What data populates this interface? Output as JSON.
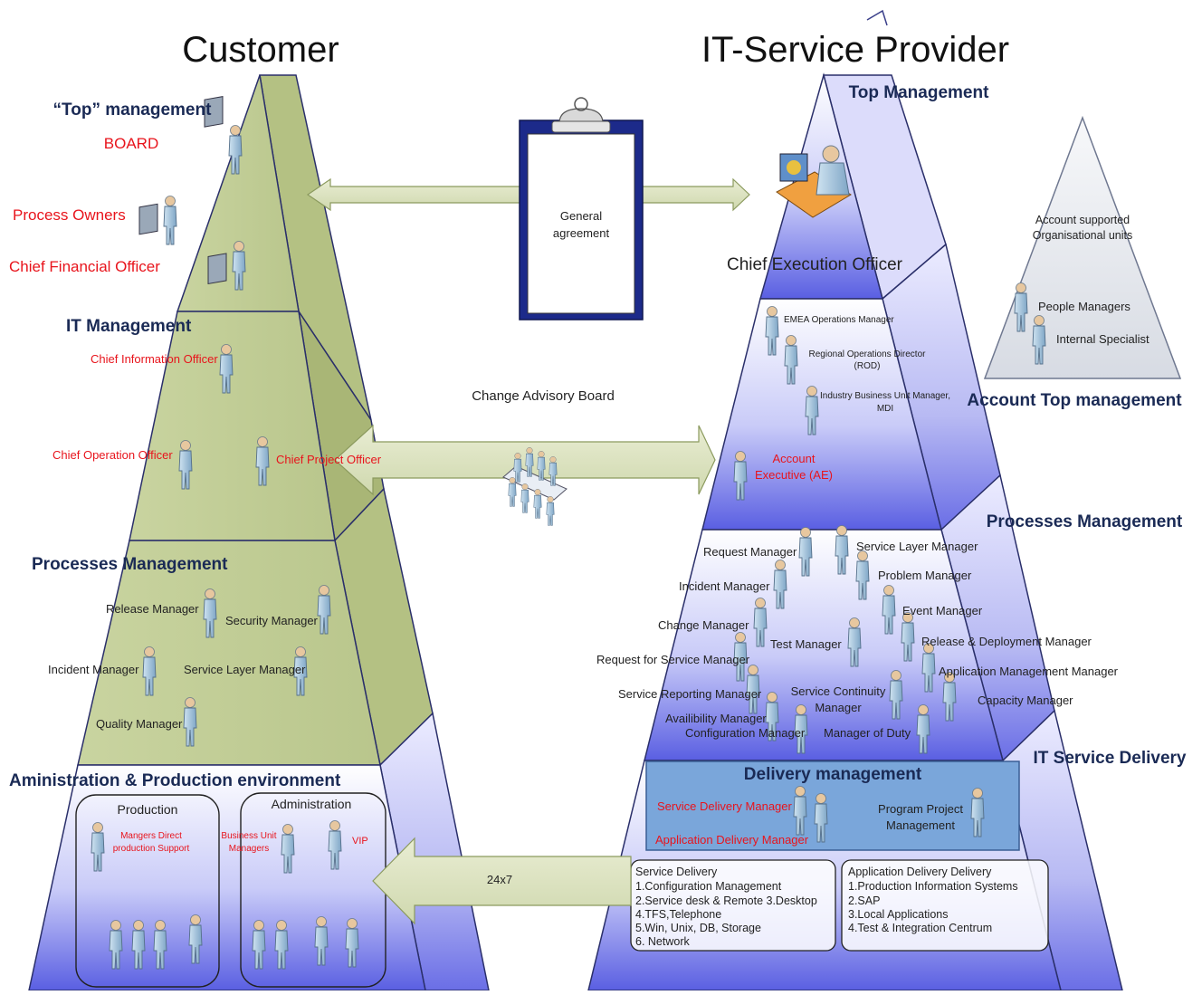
{
  "customer": {
    "title": "Customer",
    "top_management": "“Top” management",
    "board": "BOARD",
    "process_owners": "Process Owners",
    "cfo": "Chief Financial Officer",
    "it_management": "IT Management",
    "cio": "Chief Information Officer",
    "coo": "Chief Operation Officer",
    "cpo": "Chief Project Officer",
    "processes_management": "Processes Management",
    "release_manager": "Release Manager",
    "security_manager": "Security Manager",
    "incident_manager": "Incident Manager",
    "service_layer_manager": "Service Layer Manager",
    "quality_manager": "Quality Manager",
    "administration_env": "Aministration & Production environment",
    "production": "Production",
    "production_support": [
      "Mangers Direct",
      "production Support"
    ],
    "administration": "Administration",
    "bu_managers": [
      "Business Unit",
      "Managers"
    ],
    "vip": "VIP"
  },
  "middle": {
    "general_agreement": [
      "General",
      "agreement"
    ],
    "change_advisory_board": "Change Advisory Board",
    "sla_24x7": "24x7"
  },
  "provider": {
    "title": "IT-Service Provider",
    "top_management": "Top Management",
    "ceo": "Chief Execution Officer",
    "emea": "EMEA Operations Manager",
    "rod": [
      "Regional Operations Director",
      "(ROD)"
    ],
    "mdi": [
      "Industry Business Unit Manager,",
      "MDI"
    ],
    "ae": [
      "Account",
      "Executive (AE)"
    ],
    "account_top_management": "Account Top management",
    "processes_management": "Processes Management",
    "roles": {
      "request_manager": "Request Manager",
      "service_layer_manager": "Service Layer Manager",
      "incident_manager": "Incident Manager",
      "problem_manager": "Problem Manager",
      "event_manager": "Event Manager",
      "change_manager": "Change Manager",
      "test_manager": "Test Manager",
      "release_deployment_manager": "Release & Deployment Manager",
      "request_for_service_manager": "Request for Service Manager",
      "application_management_manager": "Application Management Manager",
      "service_reporting_manager": "Service Reporting Manager",
      "service_continuity_manager": [
        "Service Continuity",
        "Manager"
      ],
      "capacity_manager": "Capacity Manager",
      "availability_manager": "Availibility Manager",
      "configuration_manager": "Configuration Manager",
      "manager_of_duty": "Manager of Duty"
    },
    "it_service_delivery": "IT Service Delivery",
    "delivery_management": "Delivery management",
    "service_delivery_manager": "Service Delivery Manager",
    "application_delivery_manager": "Application Delivery Manager",
    "program_project_management": [
      "Program Project",
      "Management"
    ],
    "service_delivery_box": [
      "Service Delivery",
      "1.Configuration Management",
      "2.Service desk & Remote 3.Desktop",
      "4.TFS,Telephone",
      "5.Win, Unix, DB, Storage",
      "6. Network"
    ],
    "application_delivery_box": [
      "Application Delivery Delivery",
      "1.Production Information Systems",
      "2.SAP",
      "3.Local Applications",
      "4.Test & Integration Centrum"
    ]
  },
  "account_units": {
    "title": [
      "Account supported",
      "Organisational units"
    ],
    "people_managers": "People Managers",
    "internal_specialist": "Internal Specialist"
  },
  "colors": {
    "customer_green": "#c5d19b",
    "provider_blue": "#6a6ee6",
    "label_red": "#e8141c",
    "heading_navy": "#1a2a55",
    "delivery_box": "#6d9fd6"
  }
}
